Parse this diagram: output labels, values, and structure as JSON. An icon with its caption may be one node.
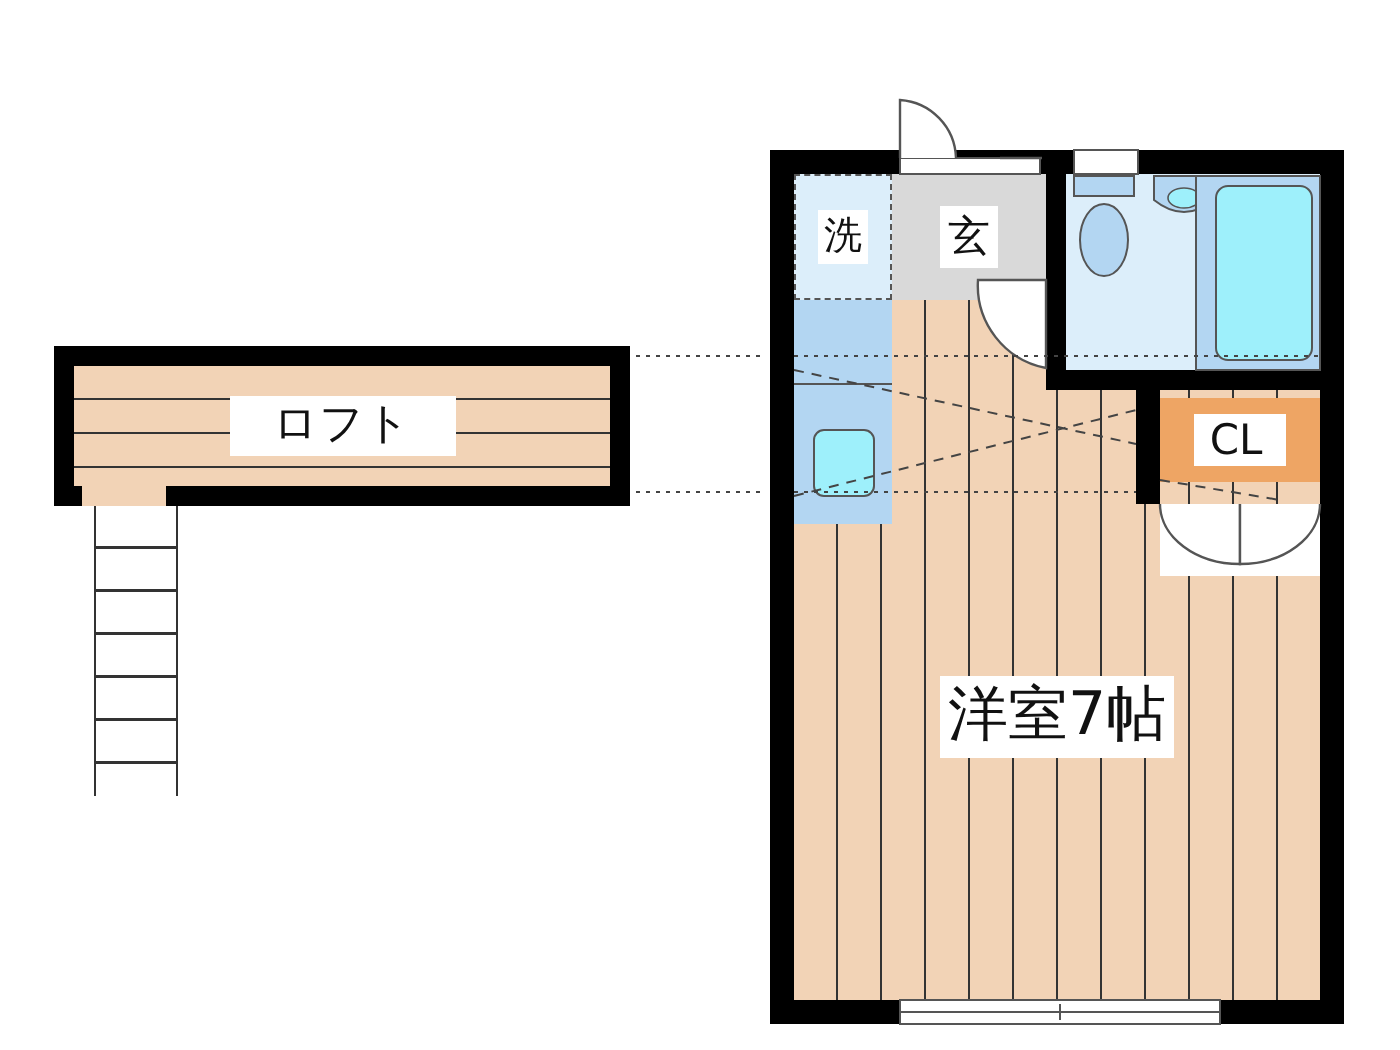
{
  "diagram": {
    "nodes": [
      {
        "text": [
          "ロフト"
        ]
      },
      {
        "text": [
          "洗"
        ]
      },
      {
        "text": [
          "玄"
        ]
      },
      {
        "text": [
          "CL"
        ]
      },
      {
        "text": [
          "洋室7帖"
        ]
      }
    ]
  }
}
